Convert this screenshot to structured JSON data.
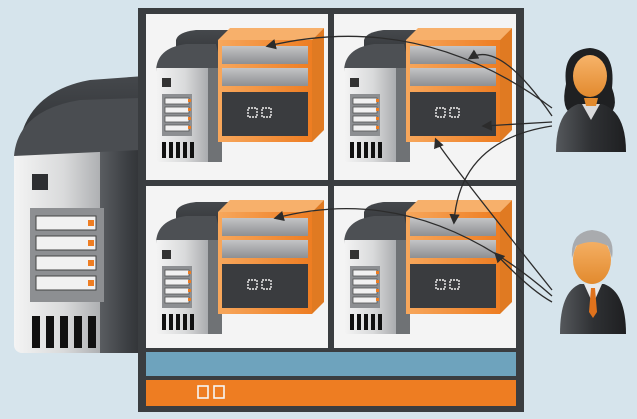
{
  "colors": {
    "background": "#d6e4ec",
    "frame": "#3a3d40",
    "cell_fill": "#f4f4f4",
    "accent_orange": "#f39237",
    "accent_orange_dark": "#e07a22",
    "bar_blue": "#6ea3bd",
    "bar_orange": "#ee7d22",
    "tower_dark": "#3c3f43",
    "tower_light": "#c9cacc",
    "arrow": "#2c2c2c"
  },
  "diagram": {
    "host_server": {
      "icon": "server-tower-icon"
    },
    "virtual_machines": [
      {
        "id": "vm-top-left",
        "icon": "server-with-storage-icon"
      },
      {
        "id": "vm-top-right",
        "icon": "server-with-storage-icon"
      },
      {
        "id": "vm-bottom-left",
        "icon": "server-with-storage-icon"
      },
      {
        "id": "vm-bottom-right",
        "icon": "server-with-storage-icon"
      }
    ],
    "shared_bars": [
      {
        "id": "network-bar",
        "icon": "blue-bar"
      },
      {
        "id": "storage-bar",
        "icon": "orange-bar-with-chips"
      }
    ],
    "users": [
      {
        "id": "user-female",
        "icon": "businesswoman-avatar-icon"
      },
      {
        "id": "user-male",
        "icon": "businessman-avatar-icon"
      }
    ]
  }
}
